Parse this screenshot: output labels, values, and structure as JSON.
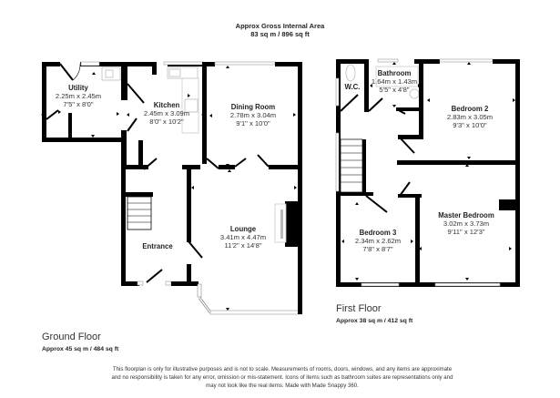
{
  "header": {
    "title": "Approx Gross Internal Area",
    "area": "83 sq m / 896 sq ft"
  },
  "ground_floor": {
    "label": "Ground Floor",
    "area": "Approx 45 sq m / 484 sq ft",
    "rooms": [
      {
        "name": "Utility",
        "metric": "2.25m x 2.45m",
        "imperial": "7'5\" x 8'0\""
      },
      {
        "name": "Kitchen",
        "metric": "2.45m x 3.09m",
        "imperial": "8'0\" x 10'2\""
      },
      {
        "name": "Dining Room",
        "metric": "2.78m x 3.04m",
        "imperial": "9'1\" x 10'0\""
      },
      {
        "name": "Lounge",
        "metric": "3.41m x 4.47m",
        "imperial": "11'2\" x 14'8\""
      },
      {
        "name": "Entrance",
        "metric": "",
        "imperial": ""
      }
    ]
  },
  "first_floor": {
    "label": "First Floor",
    "area": "Approx 38 sq m / 412 sq ft",
    "rooms": [
      {
        "name": "W.C.",
        "metric": "",
        "imperial": ""
      },
      {
        "name": "Bathroom",
        "metric": "1.64m x 1.43m",
        "imperial": "5'5\" x 4'8\""
      },
      {
        "name": "Bedroom 2",
        "metric": "2.83m x 3.05m",
        "imperial": "9'3\" x 10'0\""
      },
      {
        "name": "Master Bedroom",
        "metric": "3.02m x 3.73m",
        "imperial": "9'11\" x 12'3\""
      },
      {
        "name": "Bedroom 3",
        "metric": "2.34m x 2.62m",
        "imperial": "7'8\" x 8'7\""
      }
    ]
  },
  "disclaimer": {
    "line1": "This floorplan is only for illustrative purposes and is not to scale. Measurements of rooms, doors, windows, and any items are approximate",
    "line2": "and no responsibility is taken for any error, omission or mis-statement. Icons of items such as bathroom suites are representations only and",
    "line3": "may not look like the real items. Made with Made Snappy 360."
  },
  "colors": {
    "wall": "#000000",
    "window": "#bbbbbb",
    "fixture": "#cccccc",
    "text": "#222222"
  }
}
